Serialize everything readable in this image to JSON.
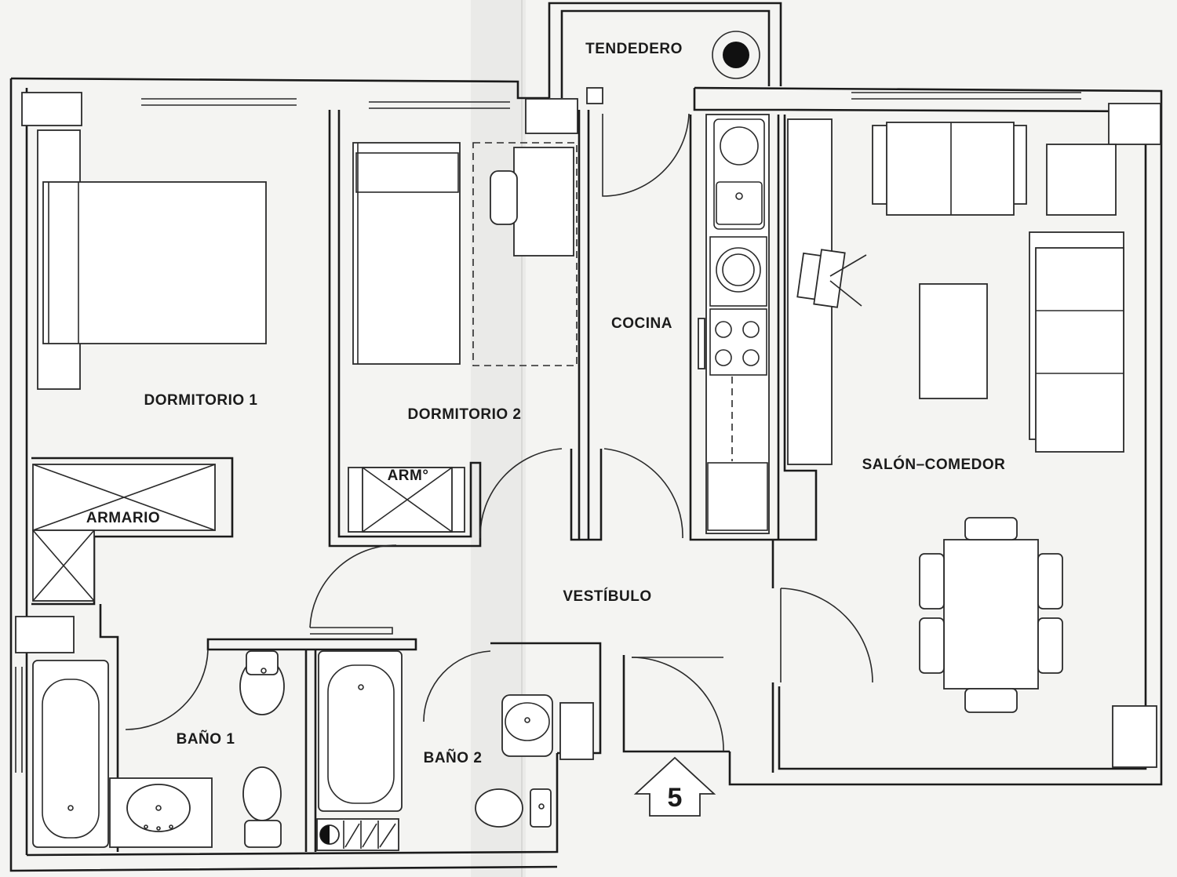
{
  "rooms": {
    "tendedero": "TENDEDERO",
    "dormitorio1": "DORMITORIO 1",
    "dormitorio2": "DORMITORIO 2",
    "cocina": "COCINA",
    "salon": "SALÓN–COMEDOR",
    "armario": "ARMARIO",
    "arm": "ARM°",
    "vestibulo": "VESTÍBULO",
    "bano1": "BAÑO 1",
    "bano2": "BAÑO 2"
  },
  "unit_number": "5",
  "colors": {
    "paper": "#f4f4f2",
    "ink": "#1b1b1b"
  }
}
